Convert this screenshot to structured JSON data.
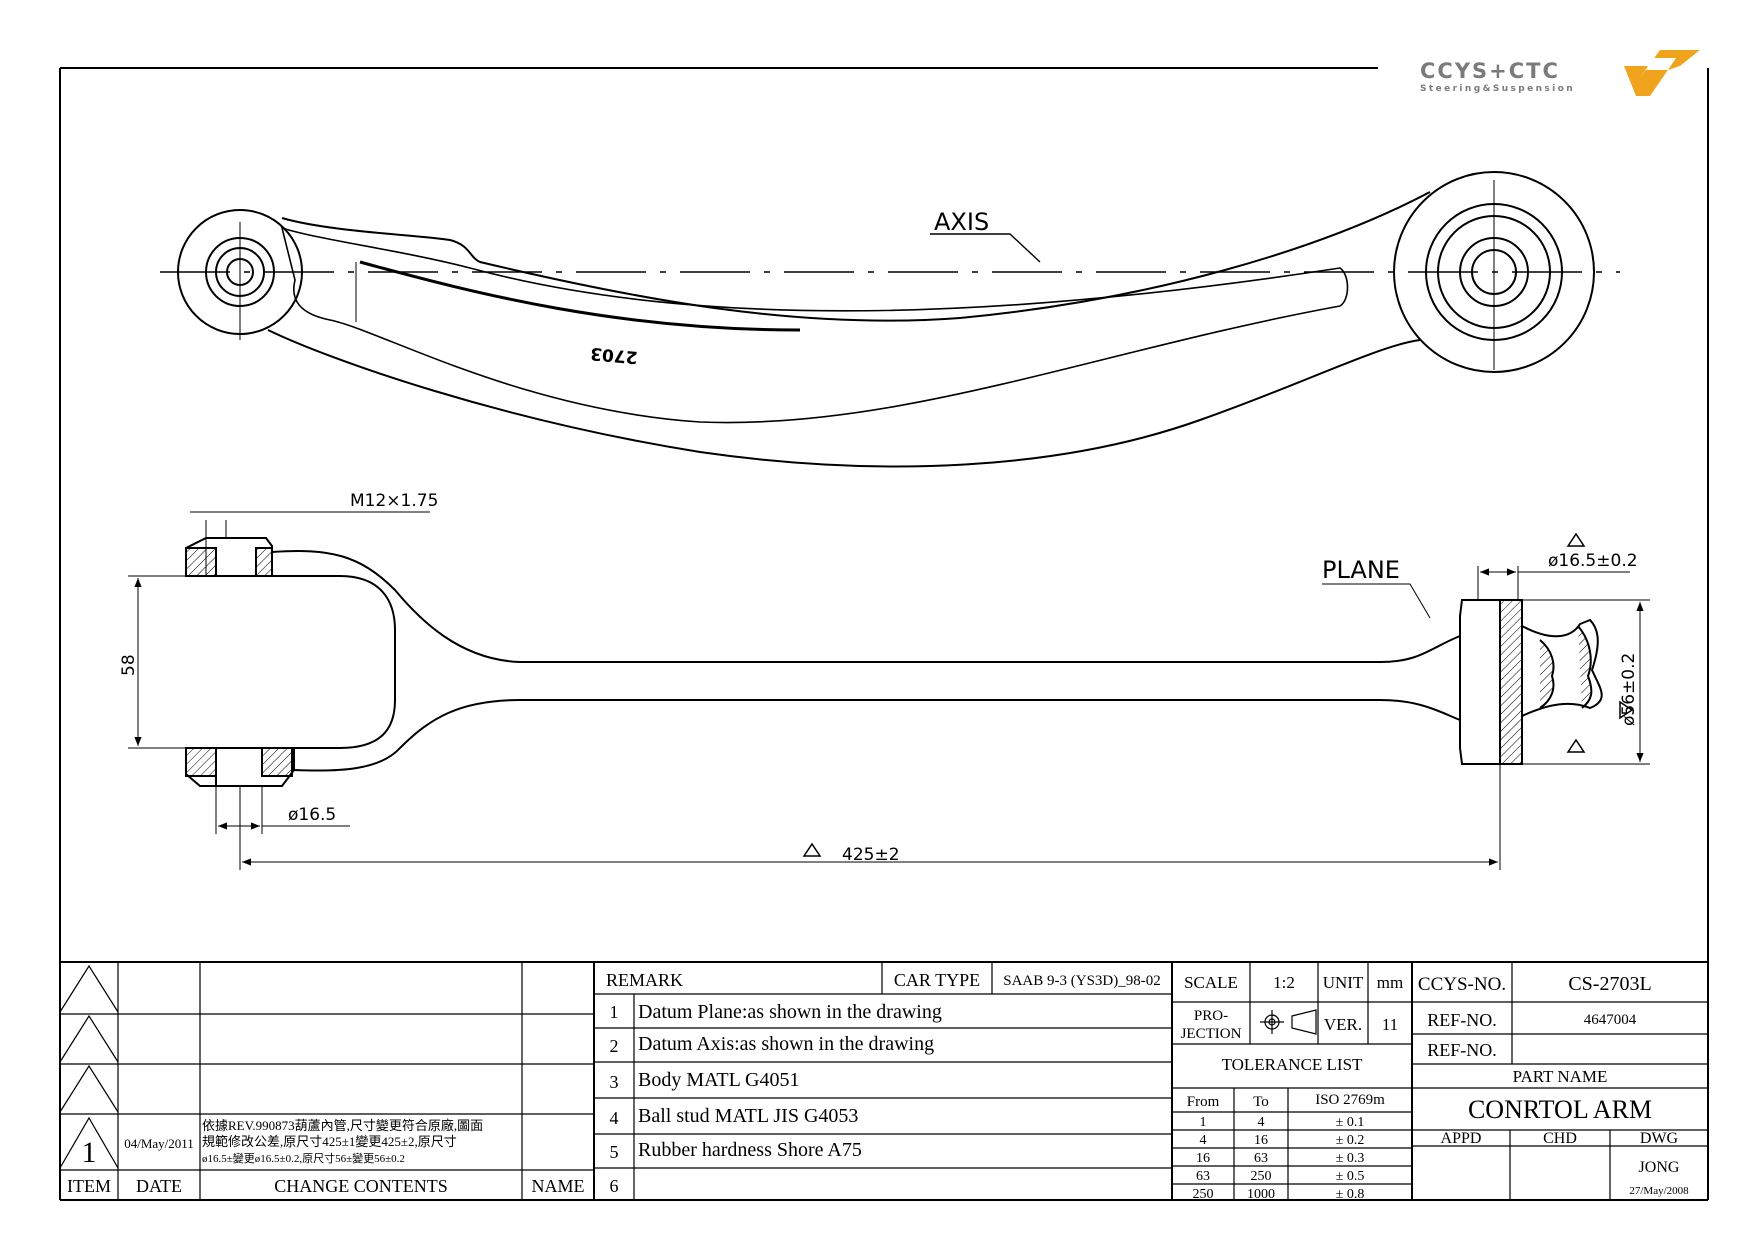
{
  "logo": {
    "brand": "CCYS+CTC",
    "tagline": "Steering&Suspension"
  },
  "drawing": {
    "axis_label": "AXIS",
    "part_marking": "2703",
    "thread_label": "M12×1.75",
    "plane_label": "PLANE",
    "dim_height": "58",
    "dim_bore": "ø16.5",
    "dim_length": "425±2",
    "dim_stud_dia": "ø16.5±0.2",
    "dim_bush_dia": "ø56±0.2"
  },
  "revisions": {
    "headers": {
      "item": "ITEM",
      "date": "DATE",
      "change": "CHANGE CONTENTS",
      "name": "NAME"
    },
    "rows": [
      {
        "item": "",
        "date": "",
        "change_line1": "",
        "change_line2": "",
        "change_line3": "",
        "name": ""
      },
      {
        "item": "",
        "date": "",
        "change_line1": "",
        "change_line2": "",
        "change_line3": "",
        "name": ""
      },
      {
        "item": "",
        "date": "",
        "change_line1": "",
        "change_line2": "",
        "change_line3": "",
        "name": ""
      },
      {
        "item": "1",
        "date": "04/May/2011",
        "change_line1": "依據REV.990873葫蘆內管,尺寸變更符合原廠,圖面",
        "change_line2": "規範修改公差,原尺寸425±1變更425±2,原尺寸",
        "change_line3": "ø16.5±變更ø16.5±0.2,原尺寸56±變更56±0.2",
        "name": ""
      }
    ]
  },
  "remarks": {
    "title": "REMARK",
    "items": [
      {
        "no": "1",
        "text": "Datum Plane:as shown in the drawing"
      },
      {
        "no": "2",
        "text": "Datum Axis:as shown in the drawing"
      },
      {
        "no": "3",
        "text": "Body MATL G4051"
      },
      {
        "no": "4",
        "text": "Ball stud MATL JIS G4053"
      },
      {
        "no": "5",
        "text": "Rubber hardness Shore A75"
      },
      {
        "no": "6",
        "text": ""
      }
    ]
  },
  "car_type": {
    "label": "CAR TYPE",
    "value": "SAAB 9-3 (YS3D)_98-02"
  },
  "scale": {
    "label": "SCALE",
    "value": "1:2"
  },
  "unit": {
    "label": "UNIT",
    "value": "mm"
  },
  "projection": {
    "label_line1": "PRO-",
    "label_line2": "JECTION"
  },
  "version": {
    "label": "VER.",
    "value": "11"
  },
  "tolerance": {
    "title": "TOLERANCE LIST",
    "headers": {
      "from": "From",
      "to": "To",
      "iso": "ISO 2769m"
    },
    "rows": [
      {
        "from": "1",
        "to": "4",
        "tol": "± 0.1"
      },
      {
        "from": "4",
        "to": "16",
        "tol": "± 0.2"
      },
      {
        "from": "16",
        "to": "63",
        "tol": "± 0.3"
      },
      {
        "from": "63",
        "to": "250",
        "tol": "± 0.5"
      },
      {
        "from": "250",
        "to": "1000",
        "tol": "± 0.8"
      }
    ]
  },
  "ids": {
    "ccys_label": "CCYS-NO.",
    "ccys_value": "CS-2703L",
    "ref1_label": "REF-NO.",
    "ref1_value": "4647004",
    "ref2_label": "REF-NO.",
    "ref2_value": ""
  },
  "part": {
    "label": "PART NAME",
    "name": "CONRTOL ARM"
  },
  "approvals": {
    "appd": "APPD",
    "chd": "CHD",
    "dwg": "DWG",
    "drafter": "JONG",
    "date": "27/May/2008"
  },
  "colors": {
    "line": "#000000",
    "logo_gray": "#7b7b7b",
    "logo_orange": "#f0a41e"
  }
}
